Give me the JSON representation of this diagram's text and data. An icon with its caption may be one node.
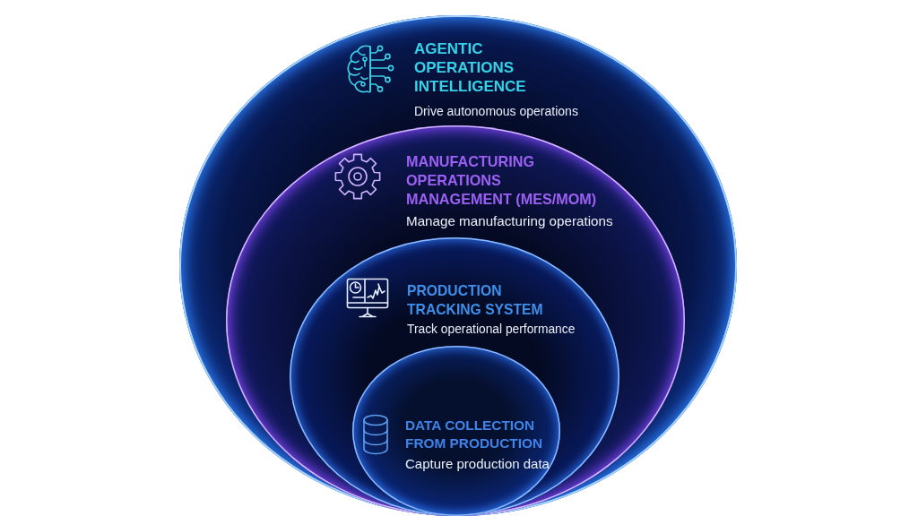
{
  "diagram": {
    "nodes": [
      {
        "text": [
          "AGENTIC OPERATIONS INTELLIGENCE",
          "Drive autonomous operations"
        ]
      },
      {
        "text": [
          "MANUFACTURING OPERATIONS MANAGEMENT (MES/MOM)",
          "Manage manufacturing operations"
        ],
        "in": 0
      },
      {
        "text": [
          "PRODUCTION TRACKING SYSTEM",
          "Track operational performance"
        ],
        "in": 1
      },
      {
        "text": [
          "DATA COLLECTION FROM PRODUCTION",
          "Capture production data"
        ],
        "in": 2
      }
    ]
  }
}
